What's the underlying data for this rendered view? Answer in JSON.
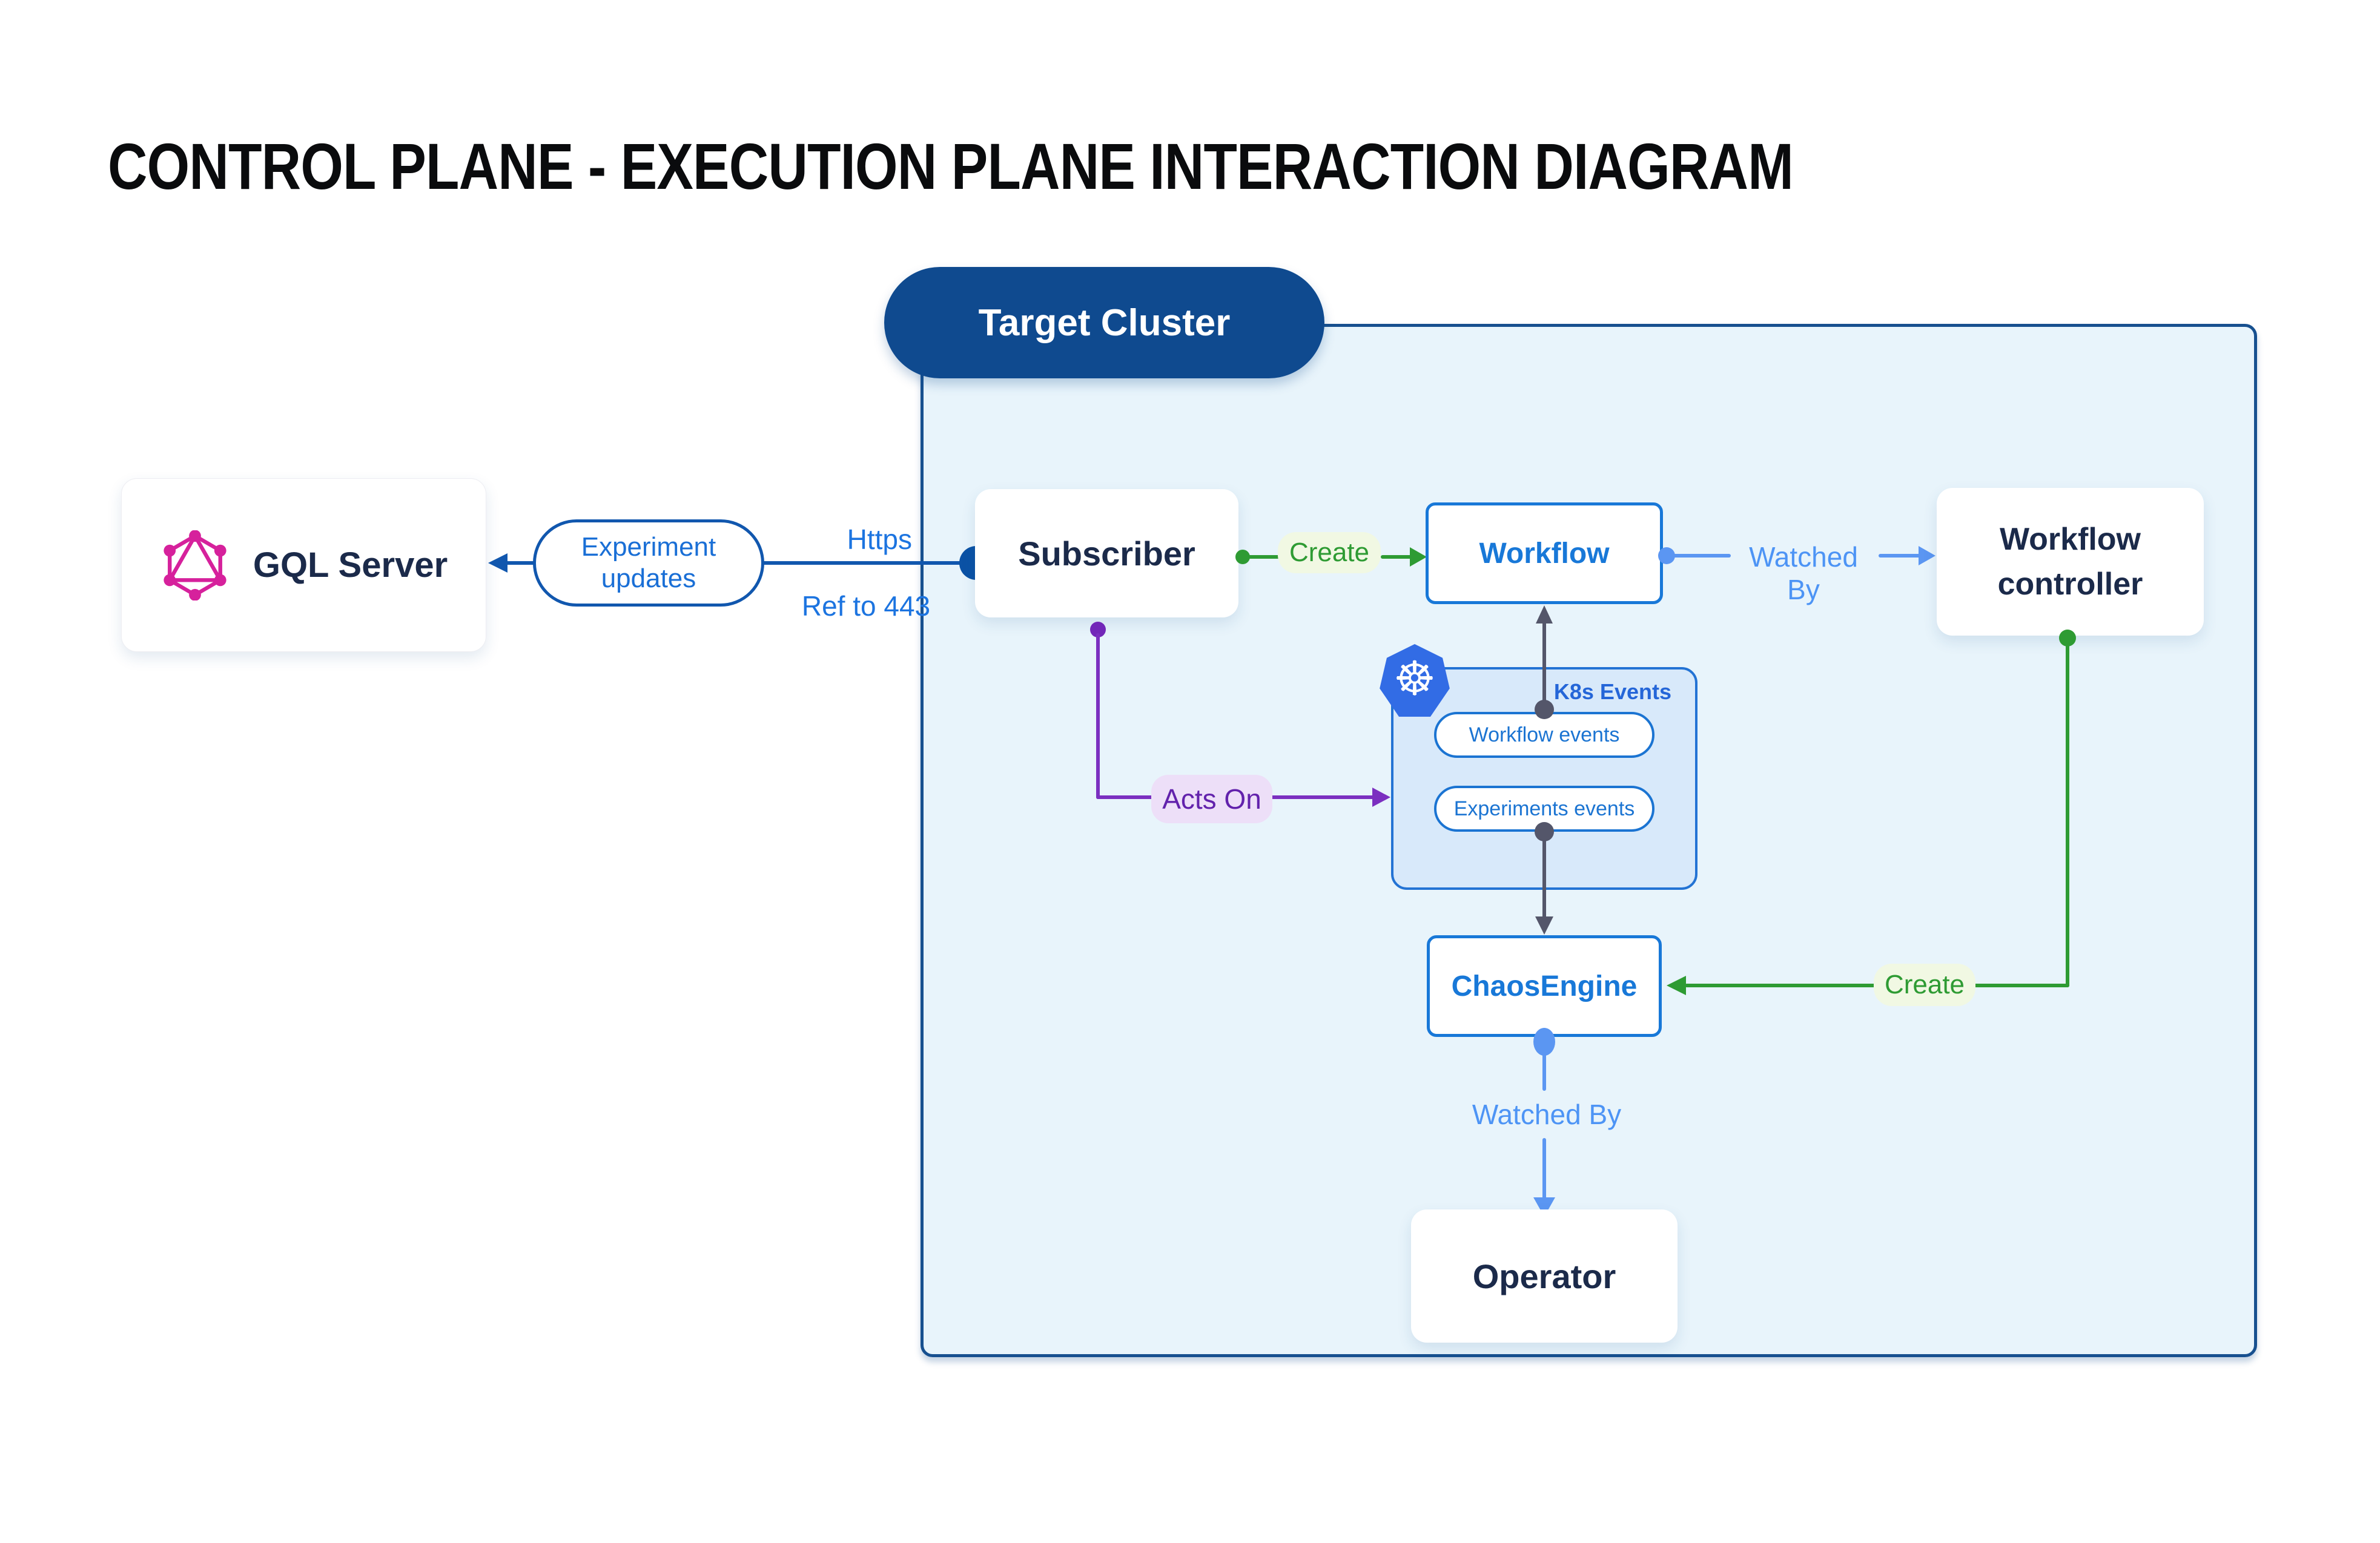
{
  "title": "CONTROL PLANE - EXECUTION PLANE INTERACTION DIAGRAM",
  "cluster": {
    "label": "Target Cluster"
  },
  "nodes": {
    "gql_server": {
      "label": "GQL Server",
      "icon": "graphql-icon"
    },
    "subscriber": {
      "label": "Subscriber"
    },
    "workflow": {
      "label": "Workflow"
    },
    "workflow_controller": {
      "label": "Workflow controller"
    },
    "chaos_engine": {
      "label": "ChaosEngine"
    },
    "operator": {
      "label": "Operator"
    },
    "k8s_events": {
      "title": "K8s Events",
      "icon": "kubernetes-icon",
      "pills": [
        {
          "label": "Workflow events"
        },
        {
          "label": "Experiments events"
        }
      ]
    }
  },
  "edges": {
    "experiment_updates": {
      "label": "Experiment updates"
    },
    "https": {
      "label": "Https"
    },
    "ref_to_443": {
      "label": "Ref to 443"
    },
    "create_workflow": {
      "label": "Create"
    },
    "watched_by_workflow": {
      "label": "Watched By"
    },
    "acts_on": {
      "label": "Acts On"
    },
    "create_chaosengine": {
      "label": "Create"
    },
    "watched_by_operator": {
      "label": "Watched By"
    }
  },
  "colors": {
    "cluster_fill": "#E8F4FB",
    "cluster_border": "#17508F",
    "pill_blue": "#0F4A8F",
    "line_blue": "#1157AE",
    "node_blue": "#1878D8",
    "light_blue": "#5B96F2",
    "label_blue": "#4D94F5",
    "green": "#2E9B33",
    "green_chip_bg": "#F1F8E3",
    "purple": "#7B2FC0",
    "purple_chip_bg": "#EDDFF8",
    "slate": "#54566A",
    "navy_text": "#1B2A4A",
    "k8s_fill": "#D8E9FA",
    "k8s_blue": "#326CE5",
    "graphql_pink": "#D6219C"
  }
}
